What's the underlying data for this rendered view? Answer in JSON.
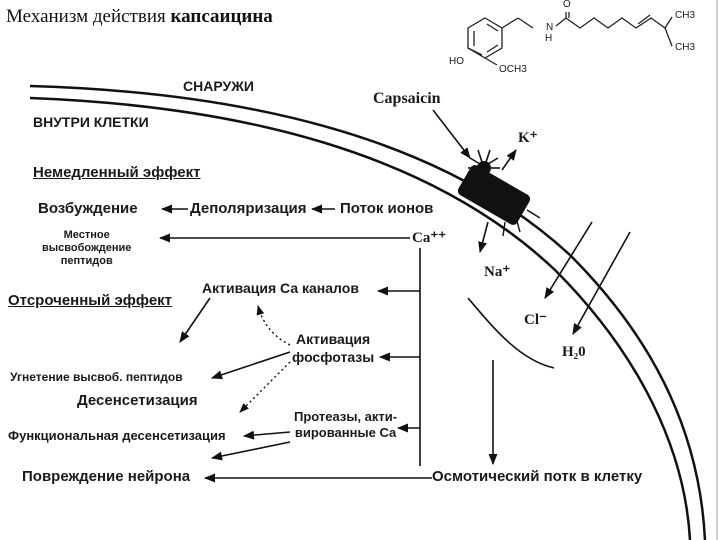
{
  "title": {
    "regular": "Механизм действия",
    "bold": "капсаицина"
  },
  "structure": {
    "vanillyl_oh": "HO",
    "methoxy": "OCH3",
    "amide_n": "N",
    "amide_h": "H",
    "carbonyl_o": "O",
    "methyl_top": "CH3",
    "methyl_bottom": "CH3"
  },
  "membrane": {
    "outside": "СНАРУЖИ",
    "inside": "ВНУТРИ КЛЕТКИ"
  },
  "ions": {
    "capsaicin": "Capsaicin",
    "k": "K⁺",
    "ca": "Ca⁺⁺",
    "na": "Na⁺",
    "cl": "Cl⁻",
    "water": "H₂0"
  },
  "effects": {
    "immediate": "Немедленный эффект",
    "excitation": "Возбуждение",
    "depolarization": "Деполяризация",
    "ion_flow": "Поток ионов",
    "peptide_release": [
      "Местное",
      "высвобождение",
      "пептидов"
    ],
    "delayed": "Отсроченный эффект",
    "ca_channels": "Активация Са каналов",
    "phosphatase": [
      "Активация",
      "фосфотазы"
    ],
    "inhibition": "Угнетение высвоб. пептидов",
    "desensitization": "Десенсетизация",
    "functional_desens": "Функциональная десенсетизация",
    "proteases": [
      "Протеазы, акти-",
      "вированные Са"
    ],
    "neuron_damage": "Повреждение нейрона",
    "osmotic_flow": "Осмотический потк в клетку"
  }
}
